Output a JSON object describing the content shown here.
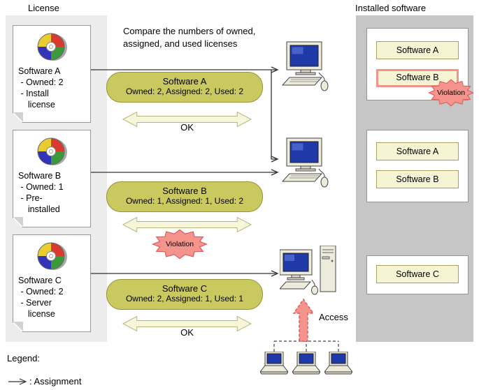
{
  "title_left": "License",
  "title_right": "Installed software",
  "compare_note_line1": "Compare the numbers of owned,",
  "compare_note_line2": "assigned, and used licenses",
  "license_cards": [
    {
      "lines": [
        "Software A",
        " - Owned: 2",
        " - Install",
        "    license"
      ]
    },
    {
      "lines": [
        "Software B",
        " - Owned: 1",
        " - Pre-",
        "    installed"
      ]
    },
    {
      "lines": [
        "Software C",
        " - Owned: 2",
        " - Server",
        "    license"
      ]
    }
  ],
  "comparisons": [
    {
      "title": "Software A",
      "detail": "Owned: 2, Assigned: 2, Used: 2",
      "result": "OK"
    },
    {
      "title": "Software B",
      "detail": "Owned: 1, Assigned: 1, Used: 2",
      "result": "Violation"
    },
    {
      "title": "Software C",
      "detail": "Owned: 2, Assigned: 1, Used: 1",
      "result": "OK"
    }
  ],
  "installed_groups": [
    {
      "software": [
        "Software A",
        "Software B"
      ],
      "violation_on": "Software B"
    },
    {
      "software": [
        "Software A",
        "Software B"
      ]
    },
    {
      "software": [
        "Software C"
      ]
    }
  ],
  "violation_label": "Violation",
  "access_label": "Access",
  "legend": {
    "title": "Legend:",
    "arrow_meaning": ": Assignment"
  },
  "colors": {
    "comparison_pill": "#c9c95f",
    "software_chip": "#f5f5d4",
    "violation_pink": "#f4948c",
    "double_arrow": "#f6f6da",
    "screen_blue": "#1f3aa8",
    "panel_left": "#ececec",
    "panel_right": "#c6c6c6"
  }
}
